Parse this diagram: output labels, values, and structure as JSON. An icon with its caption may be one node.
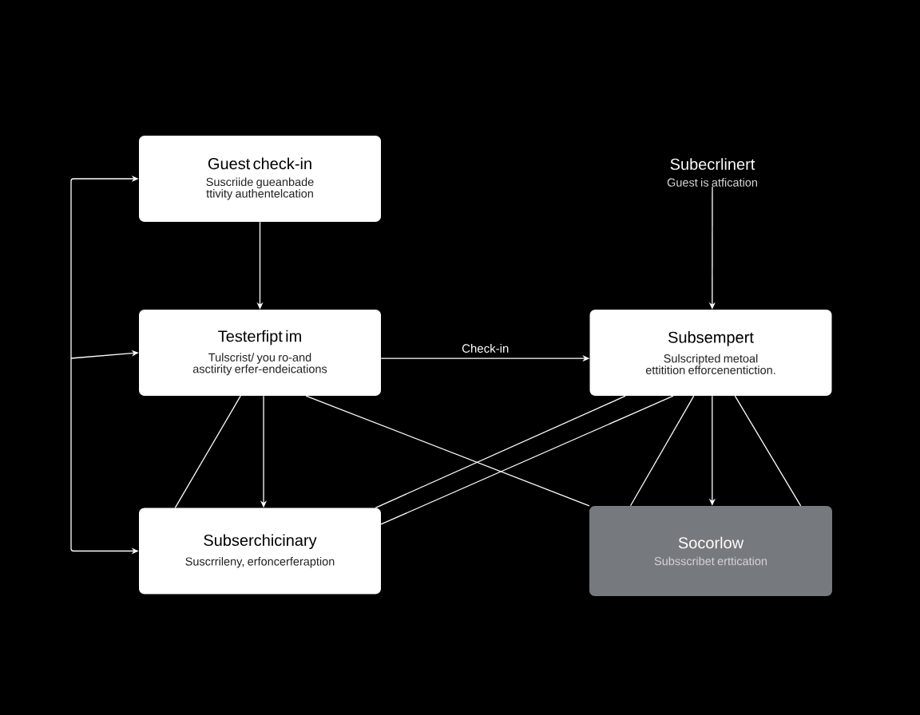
{
  "diagram": {
    "nodes": [
      {
        "text": [
          "Guest check-in",
          "Suscriide gueanbade ttivity authentelcation"
        ]
      },
      {
        "text": [
          "Subecrlinert",
          "Guest is atfication"
        ]
      },
      {
        "text": [
          "Testerfipt im",
          "Tulscrist/ you ro-and asctirity erfer-endeications"
        ]
      },
      {
        "text": [
          "Subsempert",
          "Sulscripted metoal ettitition efforcenentiction."
        ]
      },
      {
        "text": [
          "Subserchicinary",
          "Suscrrileny, erfoncerferaption"
        ]
      },
      {
        "text": [
          "Socorlow",
          "Subsscribet erttication"
        ]
      }
    ],
    "edges": [
      {
        "from": null,
        "to": 0,
        "arrow": "to"
      },
      {
        "from": null,
        "to": 2,
        "arrow": "to"
      },
      {
        "from": null,
        "to": 4,
        "arrow": "to"
      },
      {
        "from": 0,
        "to": 2,
        "arrow": "to"
      },
      {
        "from": 1,
        "to": 3,
        "arrow": "to"
      },
      {
        "from": 2,
        "to": 3,
        "arrow": "to",
        "label": "Check-in"
      },
      {
        "from": 2,
        "to": 4,
        "arrow": "none"
      },
      {
        "from": 2,
        "to": 4,
        "arrow": "to"
      },
      {
        "from": 2,
        "to": 5,
        "arrow": "none"
      },
      {
        "from": 3,
        "to": 4,
        "arrow": "none"
      },
      {
        "from": 3,
        "to": 4,
        "arrow": "none"
      },
      {
        "from": 3,
        "to": 5,
        "arrow": "none"
      },
      {
        "from": 3,
        "to": 5,
        "arrow": "to"
      },
      {
        "from": 3,
        "to": 5,
        "arrow": "none"
      }
    ]
  }
}
